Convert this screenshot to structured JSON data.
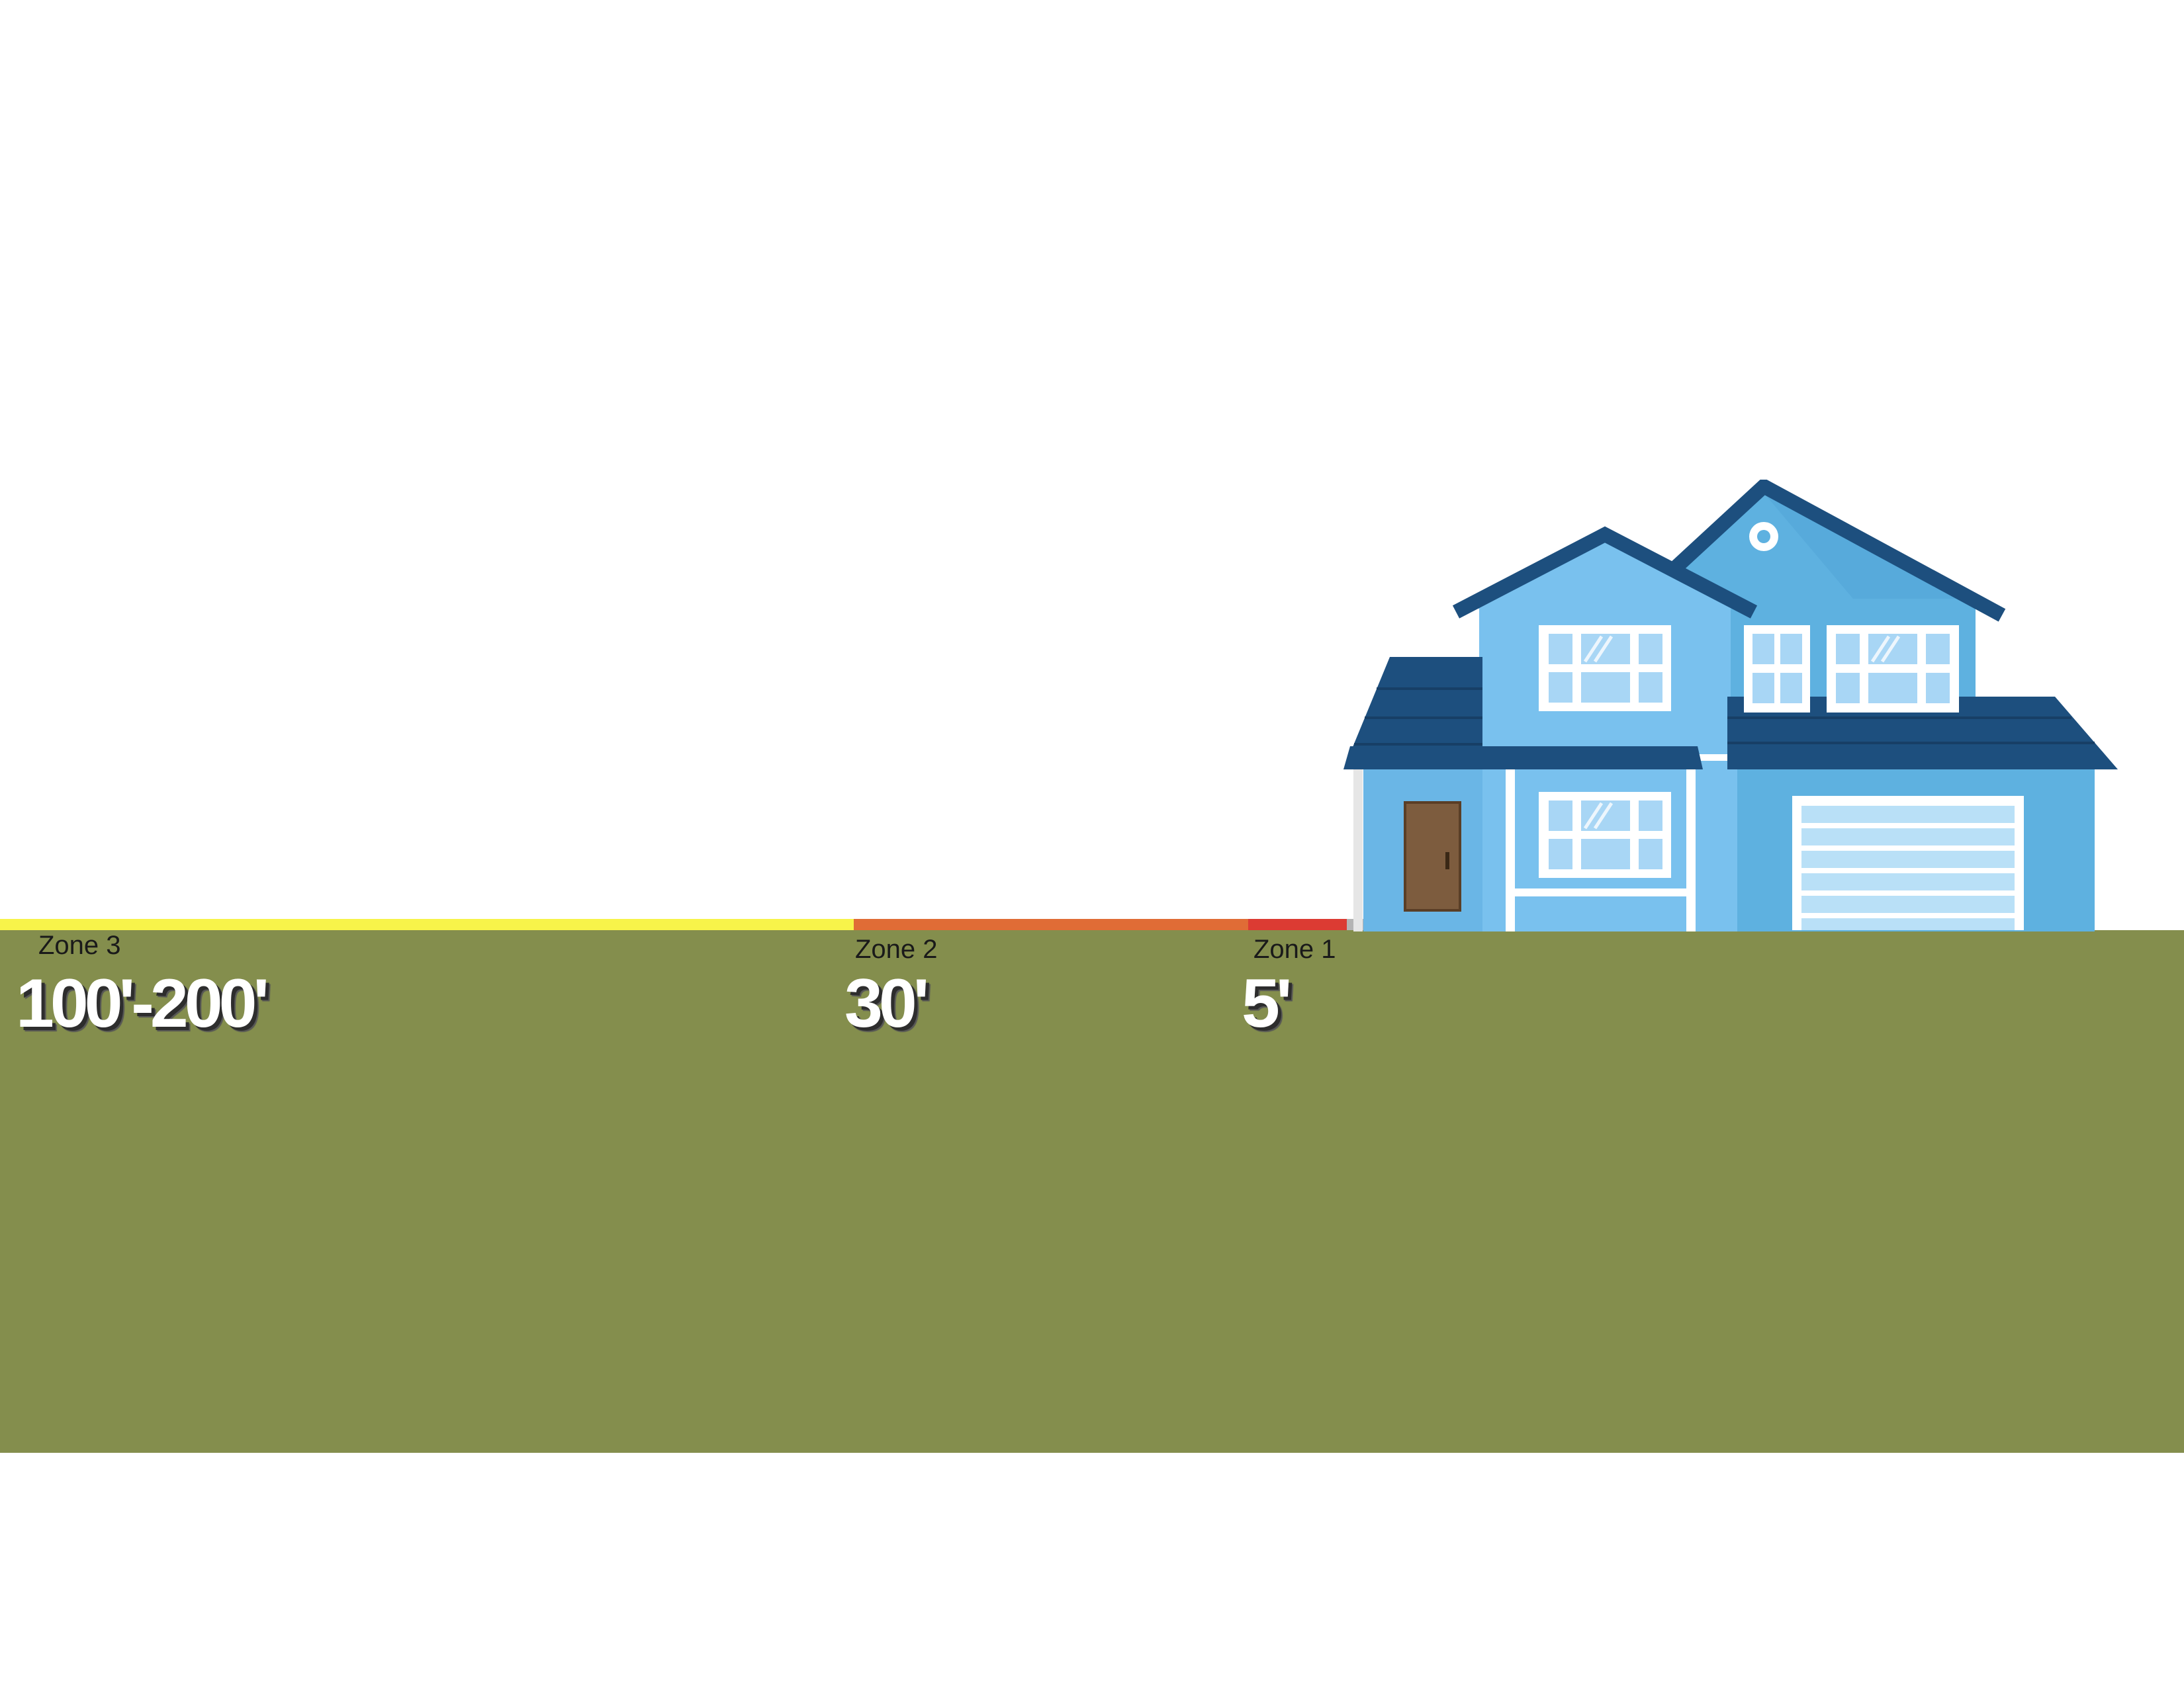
{
  "zones": [
    {
      "label": "Zone 3",
      "distance": "100'-200'",
      "color": "#f7f34a"
    },
    {
      "label": "Zone 2",
      "distance": "30'",
      "color": "#e06c36"
    },
    {
      "label": "Zone 1",
      "distance": "5'",
      "color": "#dc3b33"
    }
  ],
  "colors": {
    "ground": "#848e4d",
    "house_wall_light": "#79c1ee",
    "house_wall_mid": "#5eb1e0",
    "roof": "#1d4f7e",
    "roof_dark": "#173f66",
    "door": "#7d5c3e"
  }
}
